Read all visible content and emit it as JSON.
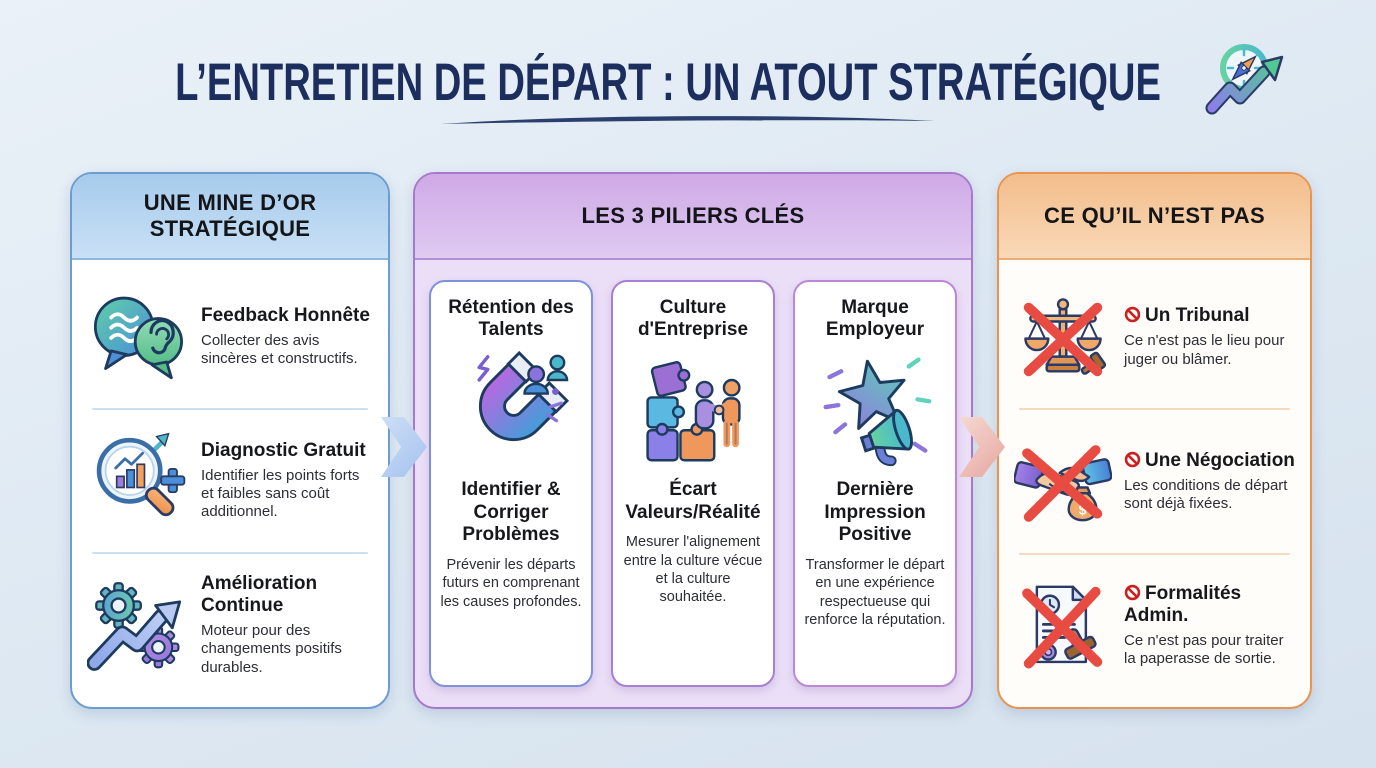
{
  "title": "L’ENTRETIEN DE DÉPART : UN ATOUT STRATÉGIQUE",
  "title_icon": "compass-growth-icon",
  "colors": {
    "title_navy": "#1c2e5e",
    "left_accent": "#6b9dd1",
    "middle_accent": "#a778cd",
    "right_accent": "#e8944e",
    "prohibit_red": "#cc2020",
    "cross_red": "#e84b41"
  },
  "panels": {
    "left": {
      "header": "UNE MINE D’OR STRATÉGIQUE",
      "items": [
        {
          "icon": "feedback-ear-icon",
          "title": "Feedback Honnête",
          "desc": "Collecter des avis sincères et constructifs."
        },
        {
          "icon": "magnifier-chart-icon",
          "title": "Diagnostic Gratuit",
          "desc": "Identifier les points forts et faibles sans coût additionnel."
        },
        {
          "icon": "gears-growth-icon",
          "title": "Amélioration Continue",
          "desc": "Moteur pour des changements positifs durables."
        }
      ]
    },
    "middle": {
      "header": "LES 3 PILIERS CLÉS",
      "cards": [
        {
          "icon": "magnet-talent-icon",
          "title": "Rétention des Talents",
          "subtitle": "Identifier & Corriger Problèmes",
          "desc": "Prévenir les départs futurs en comprenant les causes profondes."
        },
        {
          "icon": "puzzle-handshake-icon",
          "title": "Culture d'Entreprise",
          "subtitle": "Écart Valeurs/Réalité",
          "desc": "Mesurer l'alignement entre la culture vécue et la culture souhaitée."
        },
        {
          "icon": "star-megaphone-icon",
          "title": "Marque Employeur",
          "subtitle": "Dernière Impression Positive",
          "desc": "Transformer le départ en une expérience respectueuse qui renforce la réputation."
        }
      ]
    },
    "right": {
      "header": "CE QU’IL N’EST PAS",
      "items": [
        {
          "icon": "scales-crossed-icon",
          "title": "Un Tribunal",
          "desc": "Ce n'est pas le lieu pour juger ou blâmer."
        },
        {
          "icon": "handshake-money-crossed-icon",
          "title": "Une Négociation",
          "desc": "Les conditions de départ sont déjà fixées.",
          "money_symbol": "$"
        },
        {
          "icon": "document-stamp-crossed-icon",
          "title": "Formalités Admin.",
          "desc": "Ce n'est pas pour traiter la paperasse de sortie."
        }
      ]
    }
  }
}
